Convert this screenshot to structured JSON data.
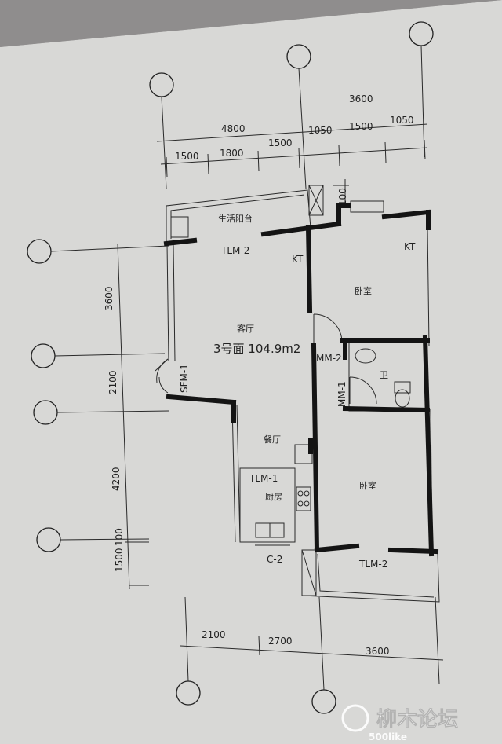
{
  "dimensions": {
    "top_outer": [
      "4800",
      "3600"
    ],
    "top_inner": [
      "1500",
      "1800",
      "1500",
      "1050",
      "1500",
      "1050"
    ],
    "left": [
      "3600",
      "2100",
      "4200",
      "1500",
      "100"
    ],
    "bottom": [
      "2100",
      "2700",
      "3600"
    ],
    "small": [
      "100"
    ]
  },
  "rooms": {
    "balcony": "生活阳台",
    "living": "客厅",
    "unit_area": "3号面 104.9m2",
    "dining": "餐厅",
    "kitchen": "厨房",
    "bedroom_top": "卧室",
    "bedroom_bottom": "卧室",
    "bathroom": "卫"
  },
  "doors": {
    "tlm2_top": "TLM-2",
    "tlm2_bottom": "TLM-2",
    "tlm1": "TLM-1",
    "mm2": "MM-2",
    "mm1": "MM-1",
    "sfm1": "SFM-1",
    "c2": "C-2",
    "kt_left": "KT",
    "kt_right": "KT"
  },
  "watermark": {
    "logo_text": "柳木论坛",
    "url": "500like"
  },
  "colors": {
    "paper": "#d9d9d7",
    "ink": "#1e1e1e",
    "wall": "#141414",
    "background": "#9a9898"
  }
}
